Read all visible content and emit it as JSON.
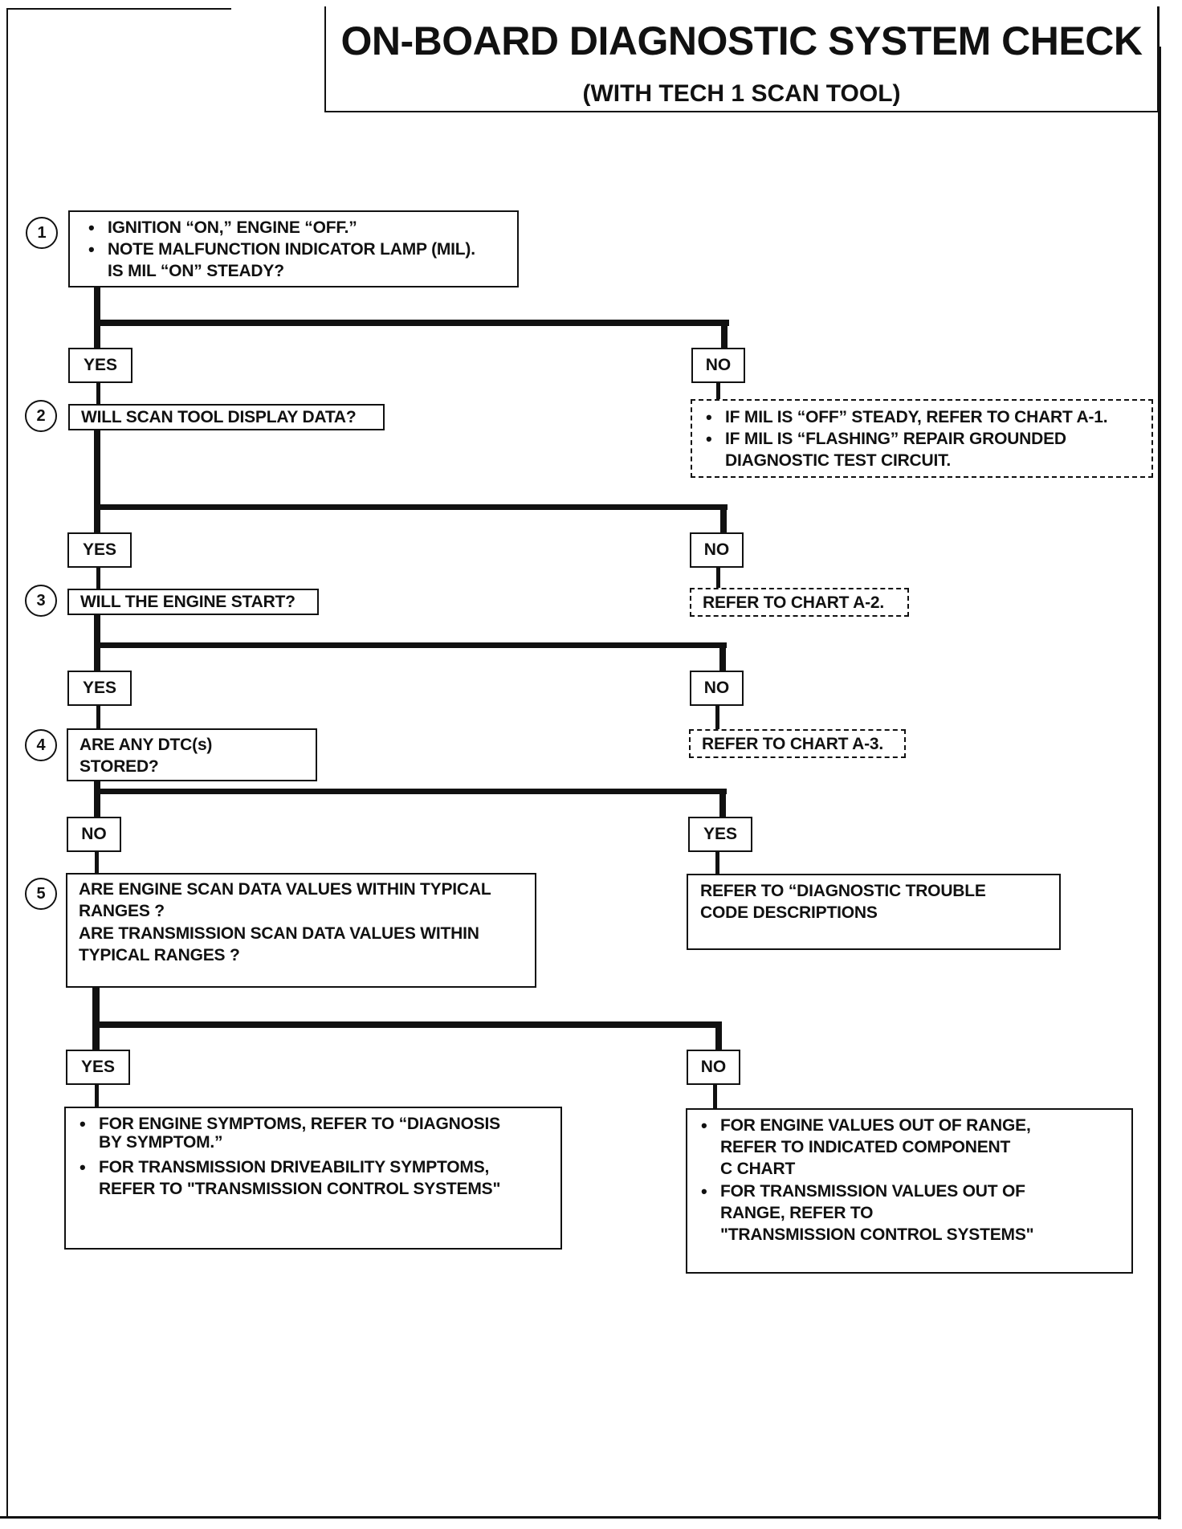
{
  "header": {
    "title": "ON-BOARD DIAGNOSTIC SYSTEM CHECK",
    "subtitle": "(WITH TECH 1 SCAN TOOL)"
  },
  "steps": [
    {
      "number": "1",
      "lines": [
        "IGNITION “ON,” ENGINE “OFF.”",
        "NOTE MALFUNCTION INDICATOR LAMP (MIL).",
        "IS MIL “ON” STEADY?"
      ]
    },
    {
      "number": "2",
      "text": "WILL SCAN TOOL DISPLAY DATA?"
    },
    {
      "number": "3",
      "text": "WILL THE ENGINE START?"
    },
    {
      "number": "4",
      "lines": [
        "ARE ANY DTC(s)",
        "STORED?"
      ]
    },
    {
      "number": "5",
      "lines": [
        "ARE ENGINE SCAN DATA VALUES WITHIN TYPICAL",
        "RANGES ?",
        "ARE TRANSMISSION SCAN DATA VALUES WITHIN",
        "TYPICAL RANGES ?"
      ]
    }
  ],
  "branch_labels": {
    "yes": "YES",
    "no": "NO"
  },
  "outcomes": {
    "step1_no": {
      "bullet1": "IF MIL IS “OFF” STEADY, REFER TO CHART A-1.",
      "bullet2_line1": "IF MIL IS “FLASHING” REPAIR GROUNDED",
      "bullet2_line2": "DIAGNOSTIC TEST CIRCUIT."
    },
    "step2_no": "REFER TO CHART A-2.",
    "step3_no": "REFER TO CHART A-3.",
    "step4_yes": {
      "line1": "REFER TO “DIAGNOSTIC TROUBLE",
      "line2": "CODE DESCRIPTIONS"
    },
    "step5_yes": {
      "bullet1_line1": "FOR ENGINE SYMPTOMS, REFER TO “DIAGNOSIS",
      "bullet1_line2": "BY  SYMPTOM.”",
      "bullet2_line1": "FOR TRANSMISSION DRIVEABILITY SYMPTOMS,",
      "bullet2_line2": "REFER TO  \"TRANSMISSION CONTROL SYSTEMS\""
    },
    "step5_no": {
      "bullet1_line1": "FOR ENGINE VALUES OUT OF RANGE,",
      "bullet1_line2": "REFER TO INDICATED COMPONENT",
      "bullet1_line3": "C CHART",
      "bullet2_line1": "FOR TRANSMISSION VALUES OUT OF",
      "bullet2_line2": "RANGE, REFER TO",
      "bullet2_line3": "\"TRANSMISSION CONTROL SYSTEMS\""
    }
  }
}
